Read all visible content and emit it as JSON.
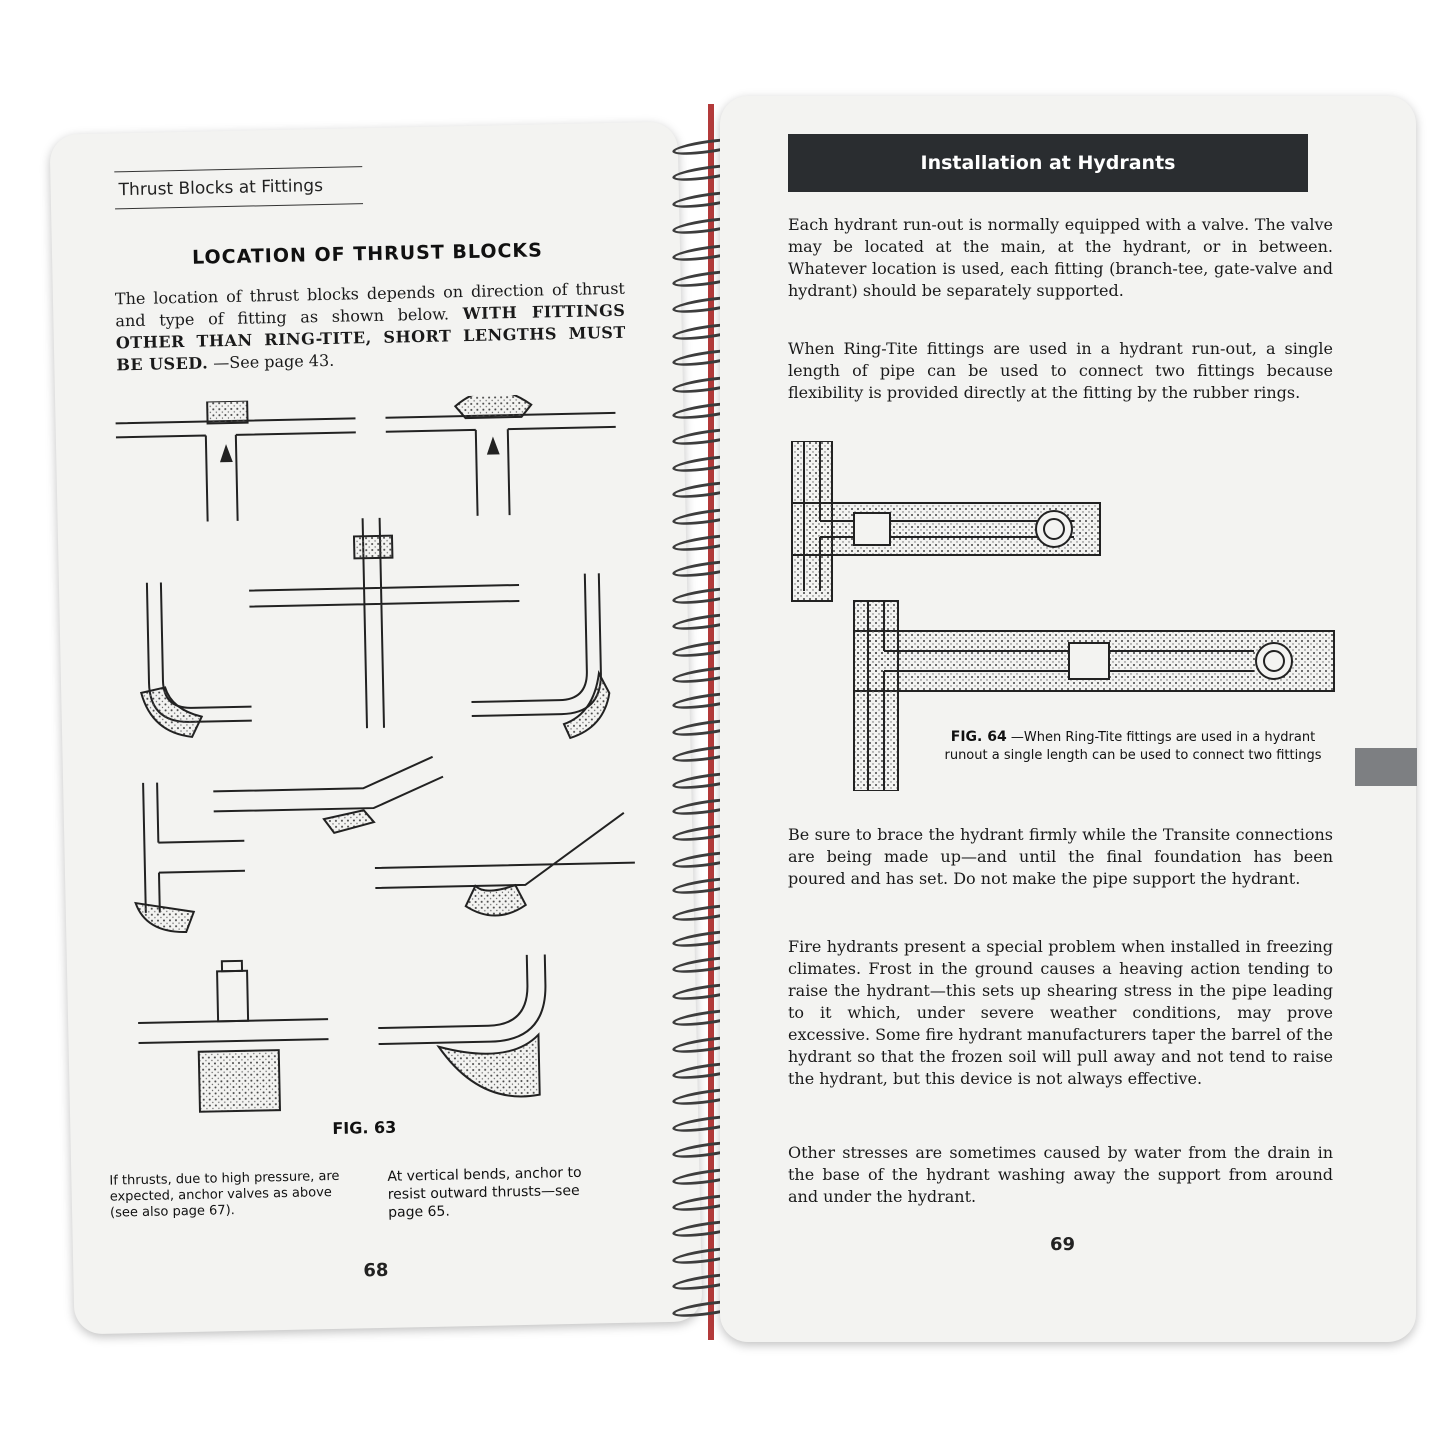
{
  "left_page": {
    "section_header": "Thrust Blocks at Fittings",
    "title": "LOCATION OF THRUST BLOCKS",
    "intro_plain": "The location of thrust blocks depends on direction of thrust and type of fitting as shown below. ",
    "intro_bold": "WITH FITTINGS OTHER THAN RING-TITE, SHORT LENGTHS MUST BE USED.",
    "intro_ref": " —See page 43.",
    "figure_label": "FIG. 63",
    "caption_left": "If thrusts, due to high pressure, are expected, anchor valves as above (see also page 67).",
    "caption_right": "At vertical bends, anchor to resist outward thrusts—see page 65.",
    "page_number": "68"
  },
  "right_page": {
    "header": "Installation at Hydrants",
    "para1": "Each hydrant run-out is normally equipped with a valve. The valve may be located at the main, at the hydrant, or in between. Whatever location is used, each fitting (branch-tee, gate-valve and hydrant) should be separately supported.",
    "para2": "When Ring-Tite fittings are used in a hydrant run-out, a single length of pipe can be used to connect two fittings because flexibility is provided directly at the fitting by the rubber rings.",
    "figure_label": "FIG. 64",
    "figure_caption": " —When Ring-Tite fittings are used in a hydrant runout a single length can be used to connect two fittings",
    "para3": "Be sure to brace the hydrant firmly while the Transite connections are being made up—and until the final foundation has been poured and has set. Do not make the pipe support the hydrant.",
    "para4": "Fire hydrants present a special problem when installed in freezing climates. Frost in the ground causes a heaving action tending to raise the hydrant—this sets up shearing stress in the pipe leading to it which, under severe weather conditions, may prove excessive. Some fire hydrant manufacturers taper the barrel of the hydrant so that the frozen soil will pull away and not tend to raise the hydrant, but this device is not always effective.",
    "para5": "Other stresses are sometimes caused by water from the drain in the base of the hydrant washing away the support from around and under the hydrant.",
    "page_number": "69"
  },
  "colors": {
    "page": "#f3f3f1",
    "header_bar": "#2a2d30",
    "spine": "#b33a3a",
    "tab": "#7d7f82"
  }
}
